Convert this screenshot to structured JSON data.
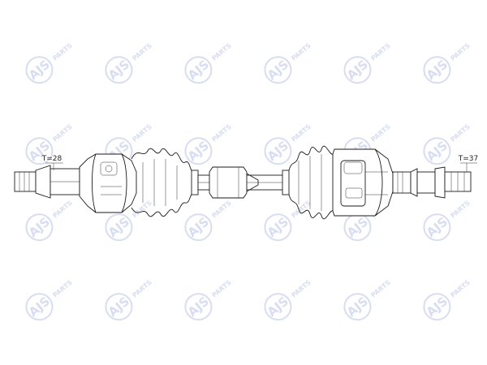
{
  "watermark": {
    "text": "AJS PARTS",
    "brand": "AJS",
    "suffix": "PARTS",
    "color": "#b9c3e6"
  },
  "labels": {
    "left_teeth": "T=28",
    "right_teeth": "T=37"
  },
  "colors": {
    "stroke": "#1a1a1a",
    "background": "#ffffff"
  }
}
